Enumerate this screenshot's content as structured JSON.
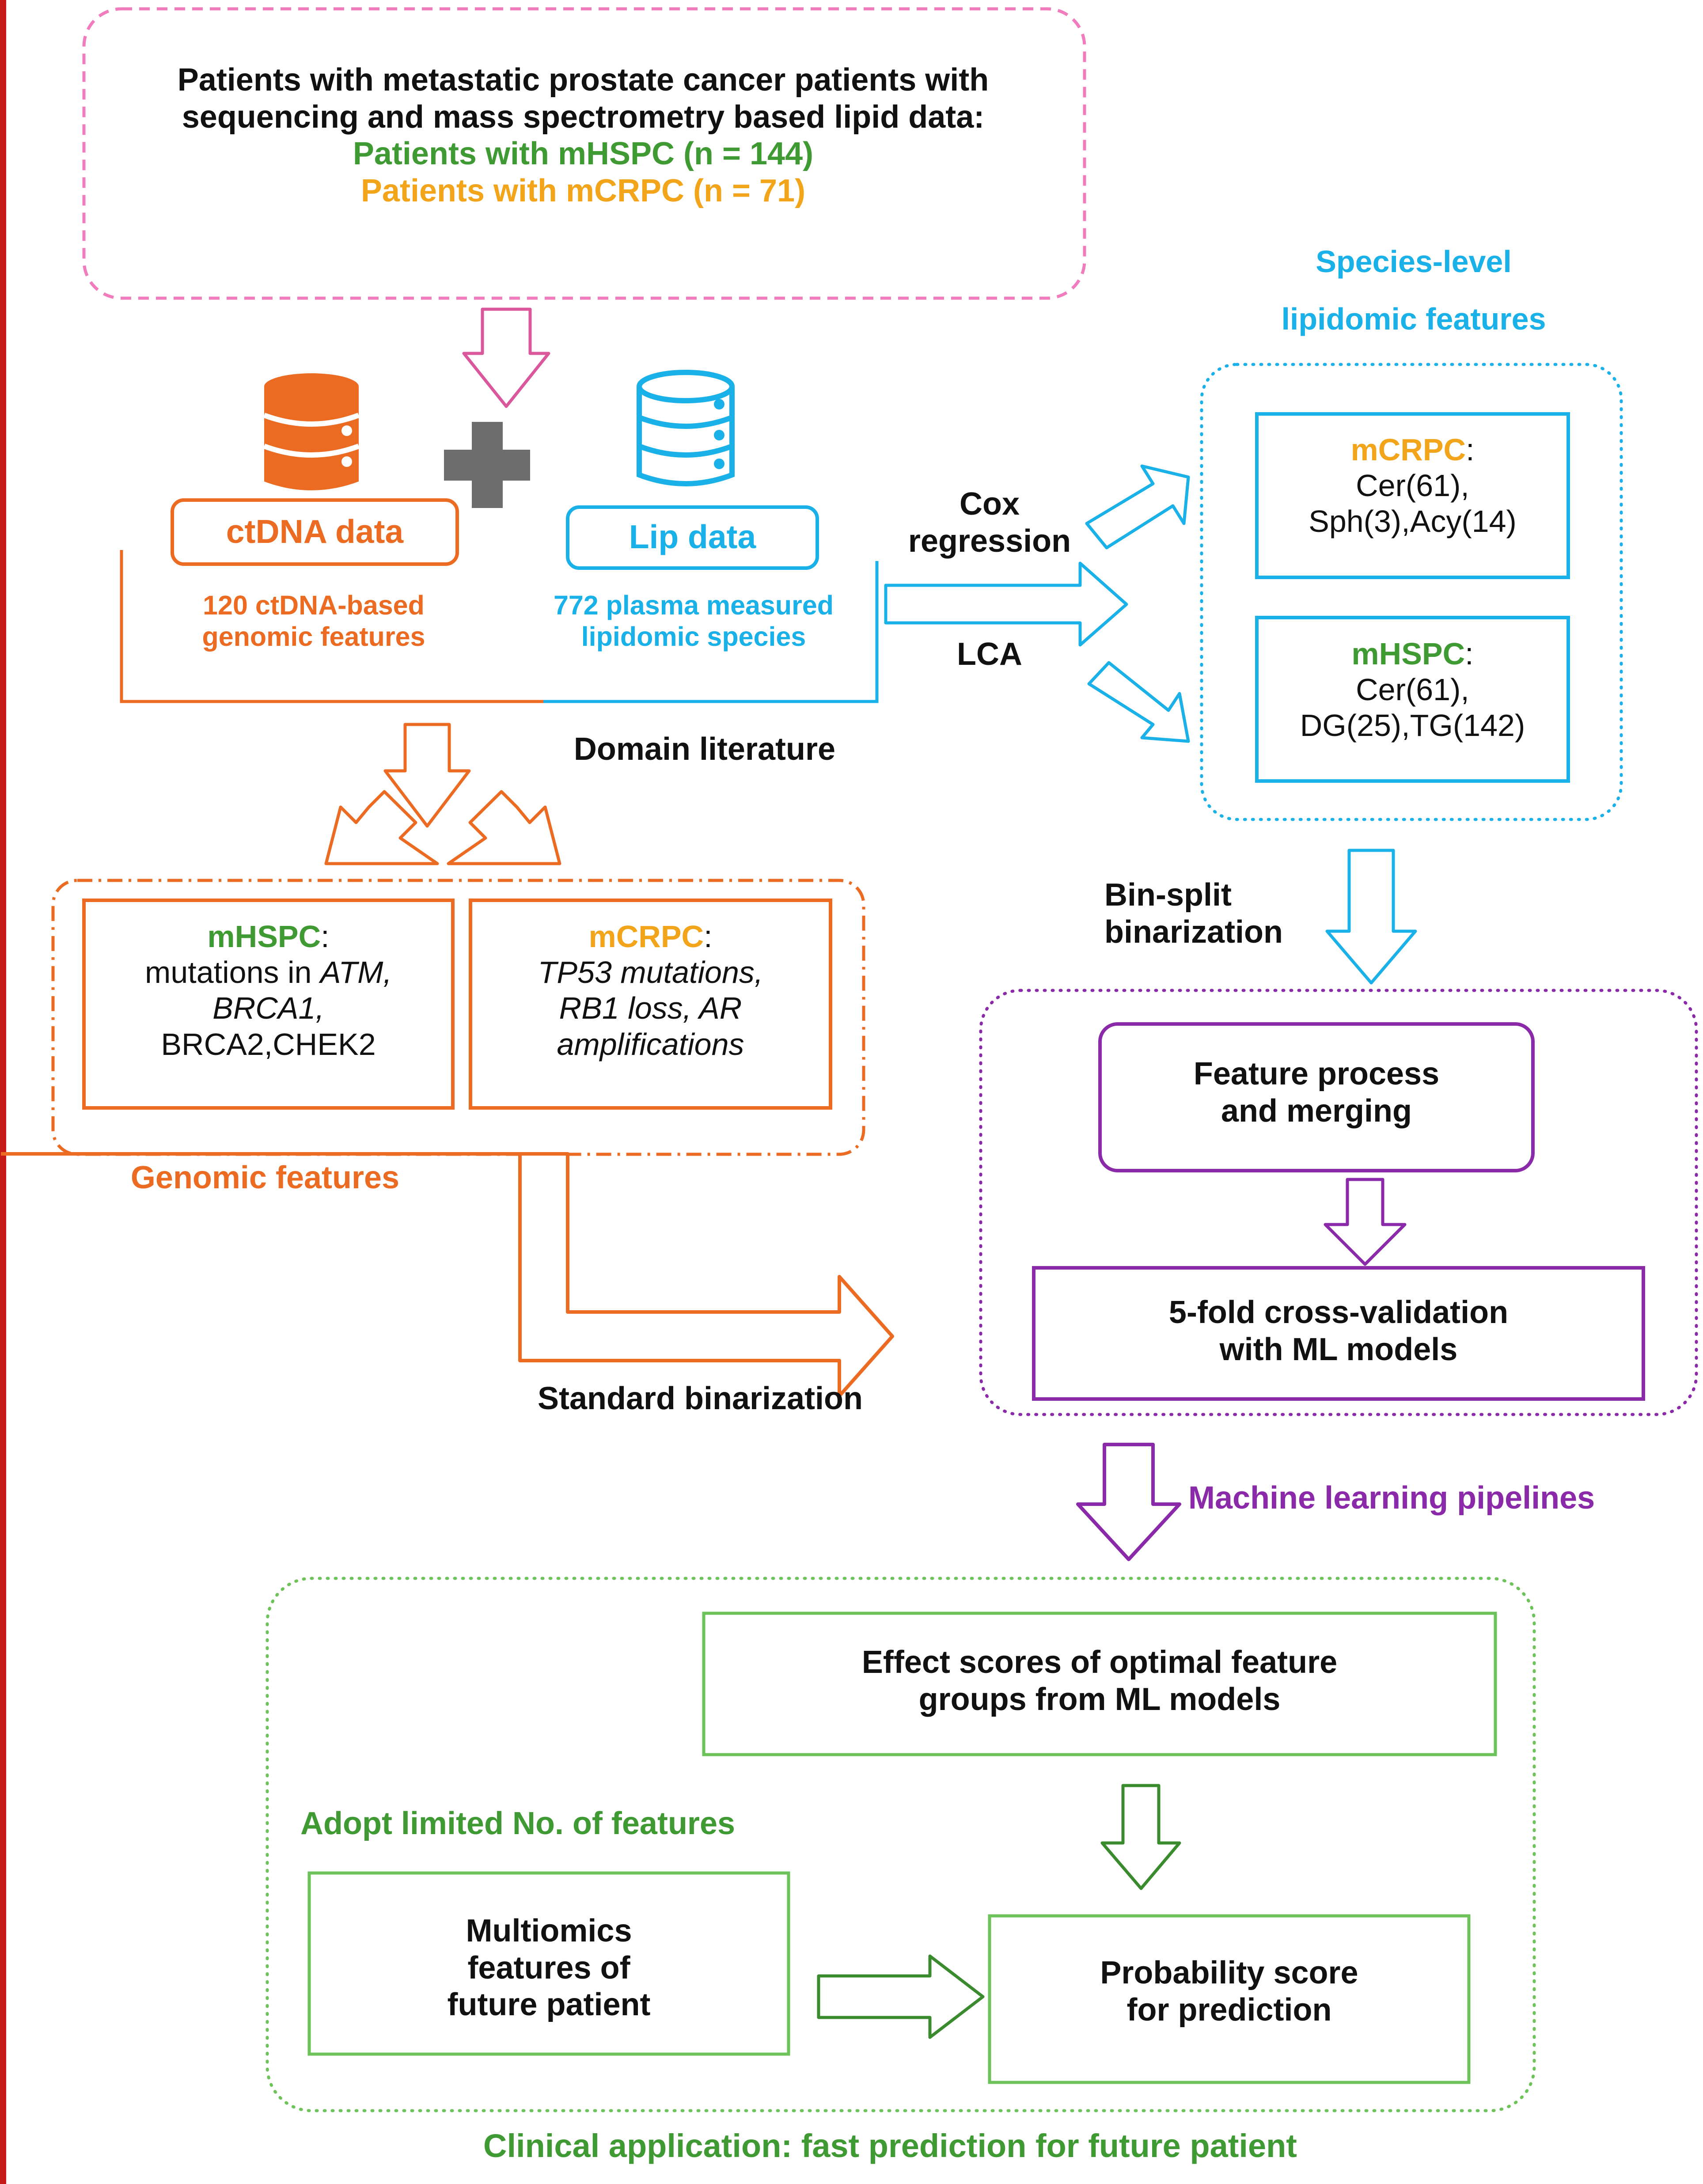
{
  "colors": {
    "pink": "#f07cbd",
    "orange": "#ec6b22",
    "blue": "#1ab0e8",
    "purple": "#8a2aa9",
    "green": "#6ec25a",
    "dark_green": "#3a8a2e",
    "mhspc_green": "#3f9a33",
    "mcrpc_gold": "#f2a51b",
    "gray": "#6d6d6d",
    "text": "#111111",
    "left_bar": "#c41a1a"
  },
  "icons": [
    "database-icon",
    "database-icon",
    "plus-icon",
    "arrow-icon"
  ],
  "cohort": {
    "line1": "Patients with metastatic prostate cancer patients with",
    "line2": "sequencing and mass spectrometry based lipid data:",
    "mhspc": "Patients with mHSPC (n = 144)",
    "mcrpc": "Patients with mCRPC   (n = 71)"
  },
  "ctdna": {
    "label": "ctDNA data",
    "desc_line1": "120 ctDNA-based",
    "desc_line2": "genomic features"
  },
  "lip": {
    "label": "Lip data",
    "desc_line1": "772 plasma measured",
    "desc_line2": "lipidomic species"
  },
  "methods": {
    "cox_line1": "Cox",
    "cox_line2": "regression",
    "lca": "LCA",
    "domain_literature": "Domain literature",
    "bin_split_line1": "Bin-split",
    "bin_split_line2": "binarization",
    "standard_binarization": "Standard binarization"
  },
  "species": {
    "title_line1": "Species-level",
    "title_line2": "lipidomic features",
    "mcrpc": {
      "head": "mCRPC",
      "line1": "Cer(61),",
      "line2": "Sph(3),Acy(14)"
    },
    "mhspc": {
      "head": "mHSPC",
      "line1": "Cer(61),",
      "line2": "DG(25),TG(142)"
    }
  },
  "genomic": {
    "title": "Genomic features",
    "mhspc": {
      "head": "mHSPC",
      "line1": "mutations in",
      "line1_gene": "ATM,",
      "line2": "BRCA1,",
      "line3": "BRCA2,CHEK2"
    },
    "mcrpc": {
      "head": "mCRPC",
      "line1": "TP53 mutations,",
      "line2": "RB1 loss, AR",
      "line3": "amplifications"
    }
  },
  "ml": {
    "title": "Machine learning pipelines",
    "feature_line1": "Feature process",
    "feature_line2": "and merging",
    "cv_line1": "5-fold cross-validation",
    "cv_line2": "with ML models"
  },
  "clinical": {
    "effect_line1": "Effect scores of optimal feature",
    "effect_line2": "groups from ML models",
    "adopt": "Adopt limited No. of features",
    "multi_line1": "Multiomics",
    "multi_line2": "features of",
    "multi_line3": "future patient",
    "prob_line1": "Probability score",
    "prob_line2": "for prediction",
    "title": "Clinical application: fast prediction for future patient"
  }
}
